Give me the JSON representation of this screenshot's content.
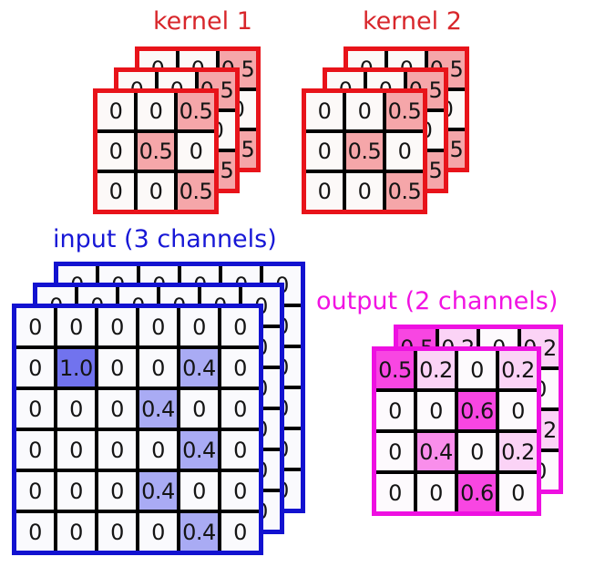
{
  "figure": {
    "kernel1": {
      "title": "kernel 1",
      "layers": 3,
      "values": [
        [
          "0",
          "0",
          "0.5"
        ],
        [
          "0",
          "0.5",
          "0"
        ],
        [
          "0",
          "0",
          "0.5"
        ]
      ],
      "highlights": [
        [
          0,
          0,
          1
        ],
        [
          0,
          1,
          0
        ],
        [
          0,
          0,
          1
        ]
      ]
    },
    "kernel2": {
      "title": "kernel 2",
      "layers": 3,
      "values": [
        [
          "0",
          "0",
          "0.5"
        ],
        [
          "0",
          "0.5",
          "0"
        ],
        [
          "0",
          "0",
          "0.5"
        ]
      ],
      "highlights": [
        [
          0,
          0,
          1
        ],
        [
          0,
          1,
          0
        ],
        [
          0,
          0,
          1
        ]
      ]
    },
    "input": {
      "title": "input (3 channels)",
      "layers": 3,
      "values": [
        [
          "0",
          "0",
          "0",
          "0",
          "0",
          "0"
        ],
        [
          "0",
          "1.0",
          "0",
          "0",
          "0.4",
          "0"
        ],
        [
          "0",
          "0",
          "0",
          "0.4",
          "0",
          "0"
        ],
        [
          "0",
          "0",
          "0",
          "0",
          "0.4",
          "0"
        ],
        [
          "0",
          "0",
          "0",
          "0.4",
          "0",
          "0"
        ],
        [
          "0",
          "0",
          "0",
          "0",
          "0.4",
          "0"
        ]
      ],
      "highlights": [
        [
          0,
          0,
          0,
          0,
          0,
          0
        ],
        [
          0,
          1,
          0,
          0,
          2,
          0
        ],
        [
          0,
          0,
          0,
          2,
          0,
          0
        ],
        [
          0,
          0,
          0,
          0,
          2,
          0
        ],
        [
          0,
          0,
          0,
          2,
          0,
          0
        ],
        [
          0,
          0,
          0,
          0,
          2,
          0
        ]
      ]
    },
    "output": {
      "title": "output (2 channels)",
      "layers": 2,
      "values": [
        [
          "0.5",
          "0.2",
          "0",
          "0.2"
        ],
        [
          "0",
          "0",
          "0.6",
          "0"
        ],
        [
          "0",
          "0.4",
          "0",
          "0.2"
        ],
        [
          "0",
          "0",
          "0.6",
          "0"
        ]
      ],
      "highlights": [
        [
          1,
          3,
          0,
          3
        ],
        [
          0,
          0,
          1,
          0
        ],
        [
          0,
          2,
          0,
          3
        ],
        [
          0,
          0,
          1,
          0
        ]
      ]
    }
  },
  "palette": {
    "kernel": {
      "border": "#e8131a",
      "title": "#d8262b",
      "grid_line": "#000000",
      "cell_bg": "#fcf9f8",
      "hl1": "#f5a6a9"
    },
    "input": {
      "border": "#1212d0",
      "title": "#1717d6",
      "grid_line": "#000000",
      "cell_bg": "#fafafd",
      "hl1": "#7173ee",
      "hl2": "#a9abf4"
    },
    "output": {
      "border": "#ee10e1",
      "title": "#f112e2",
      "grid_line": "#000000",
      "cell_bg": "#fdfafd",
      "hl1": "#f846e2",
      "hl2": "#f98eeb",
      "hl3": "#fbd3f6"
    }
  }
}
